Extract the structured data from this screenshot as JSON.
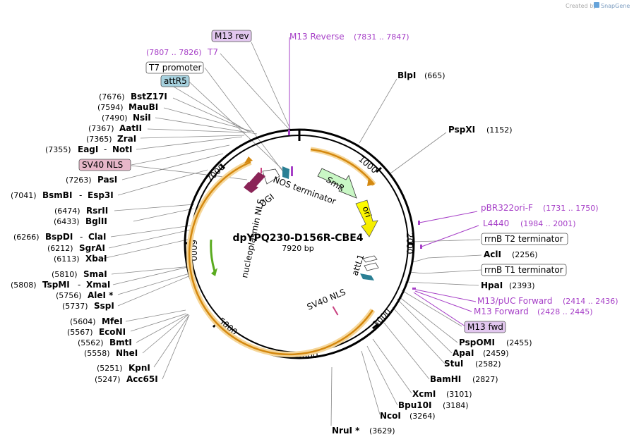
{
  "brand": {
    "created_by": "Created by",
    "app": "SnapGene"
  },
  "plasmid": {
    "name": "dpYPQ230-D156R-CBE4",
    "size": "7920 bp"
  },
  "ruler": [
    "1000",
    "2000",
    "3000",
    "4000",
    "5000",
    "6000",
    "7000"
  ],
  "map_features": {
    "smr": "SmR",
    "ori": "ori",
    "nos": "NOS terminator",
    "ugi": "UGI",
    "nucleoplasmin_nls": "nucleoplasmin NLS",
    "attl1": "attL1",
    "sv40_nls": "SV40 NLS"
  },
  "right_labels": {
    "m13_reverse": {
      "name": "M13 Reverse",
      "pos": "(7831 .. 7847)"
    },
    "blpi": {
      "name": "BlpI",
      "pos": "(665)"
    },
    "pspxi": {
      "name": "PspXI",
      "pos": "(1152)"
    },
    "pbr322": {
      "name": "pBR322ori-F",
      "pos": "(1731 .. 1750)"
    },
    "l4440": {
      "name": "L4440",
      "pos": "(1984 .. 2001)"
    },
    "rrnb_t2": {
      "name": "rrnB T2 terminator"
    },
    "acli": {
      "name": "AclI",
      "pos": "(2256)"
    },
    "rrnb_t1": {
      "name": "rrnB T1 terminator"
    },
    "hpai": {
      "name": "HpaI",
      "pos": "(2393)"
    },
    "m13_puc": {
      "name": "M13/pUC Forward",
      "pos": "(2414 .. 2436)"
    },
    "m13_forward": {
      "name": "M13 Forward",
      "pos": "(2428 .. 2445)"
    },
    "m13_fwd": {
      "name": "M13 fwd"
    },
    "pspomi": {
      "name": "PspOMI",
      "pos": "(2455)"
    },
    "apai": {
      "name": "ApaI",
      "pos": "(2459)"
    },
    "stui": {
      "name": "StuI",
      "pos": "(2582)"
    },
    "bamhi": {
      "name": "BamHI",
      "pos": "(2827)"
    },
    "xcmi": {
      "name": "XcmI",
      "pos": "(3101)"
    },
    "bpu10i": {
      "name": "Bpu10I",
      "pos": "(3184)"
    },
    "ncoi": {
      "name": "NcoI",
      "pos": "(3264)"
    },
    "nrui": {
      "name": "NruI *",
      "pos": "(3629)"
    }
  },
  "left_labels": {
    "m13_rev": {
      "name": "M13 rev"
    },
    "t7": {
      "name": "T7",
      "pos": "(7807 .. 7826)"
    },
    "t7_promoter": {
      "name": "T7 promoter"
    },
    "attr5": {
      "name": "attR5"
    },
    "bstz17i": {
      "name": "BstZ17I",
      "pos": "(7676)"
    },
    "maubi": {
      "name": "MauBI",
      "pos": "(7594)"
    },
    "nsii": {
      "name": "NsiI",
      "pos": "(7490)"
    },
    "aatii": {
      "name": "AatII",
      "pos": "(7367)"
    },
    "zrai": {
      "name": "ZraI",
      "pos": "(7365)"
    },
    "eagi_noti": {
      "name_a": "EagI",
      "sep": "-",
      "name_b": "NotI",
      "pos": "(7355)"
    },
    "sv40_nls_box": {
      "name": "SV40 NLS"
    },
    "pasi": {
      "name": "PasI",
      "pos": "(7263)"
    },
    "bsmbi": {
      "name_a": "BsmBI",
      "sep": "-",
      "name_b": "Esp3I",
      "pos": "(7041)"
    },
    "rsrii": {
      "name": "RsrII",
      "pos": "(6474)"
    },
    "bglii": {
      "name": "BglII",
      "pos": "(6433)"
    },
    "bspdi": {
      "name_a": "BspDI",
      "sep": "-",
      "name_b": "ClaI",
      "pos": "(6266)"
    },
    "sgrai": {
      "name": "SgrAI",
      "pos": "(6212)"
    },
    "xbai": {
      "name": "XbaI",
      "pos": "(6113)"
    },
    "smai": {
      "name": "SmaI",
      "pos": "(5810)"
    },
    "tspmi": {
      "name_a": "TspMI",
      "sep": "-",
      "name_b": "XmaI",
      "pos": "(5808)"
    },
    "alei": {
      "name": "AleI *",
      "pos": "(5756)"
    },
    "sspi": {
      "name": "SspI",
      "pos": "(5737)"
    },
    "mfei": {
      "name": "MfeI",
      "pos": "(5604)"
    },
    "econi": {
      "name": "EcoNI",
      "pos": "(5567)"
    },
    "bmti": {
      "name": "BmtI",
      "pos": "(5562)"
    },
    "nhei": {
      "name": "NheI",
      "pos": "(5558)"
    },
    "kpni": {
      "name": "KpnI",
      "pos": "(5251)"
    },
    "acc65i": {
      "name": "Acc65I",
      "pos": "(5247)"
    }
  },
  "colors": {
    "primer": "#a63fc7",
    "arrow_orange": "#d4880f",
    "smr": "#c9f7c5",
    "ori": "#ffff00",
    "ugi": "#8a2457",
    "teal": "#2a7f94",
    "primer_box": "#e2c7ef",
    "sv40_box": "#e7b7c9",
    "attr5_box": "#a6d1de",
    "green_arrow": "#5aab1f"
  }
}
